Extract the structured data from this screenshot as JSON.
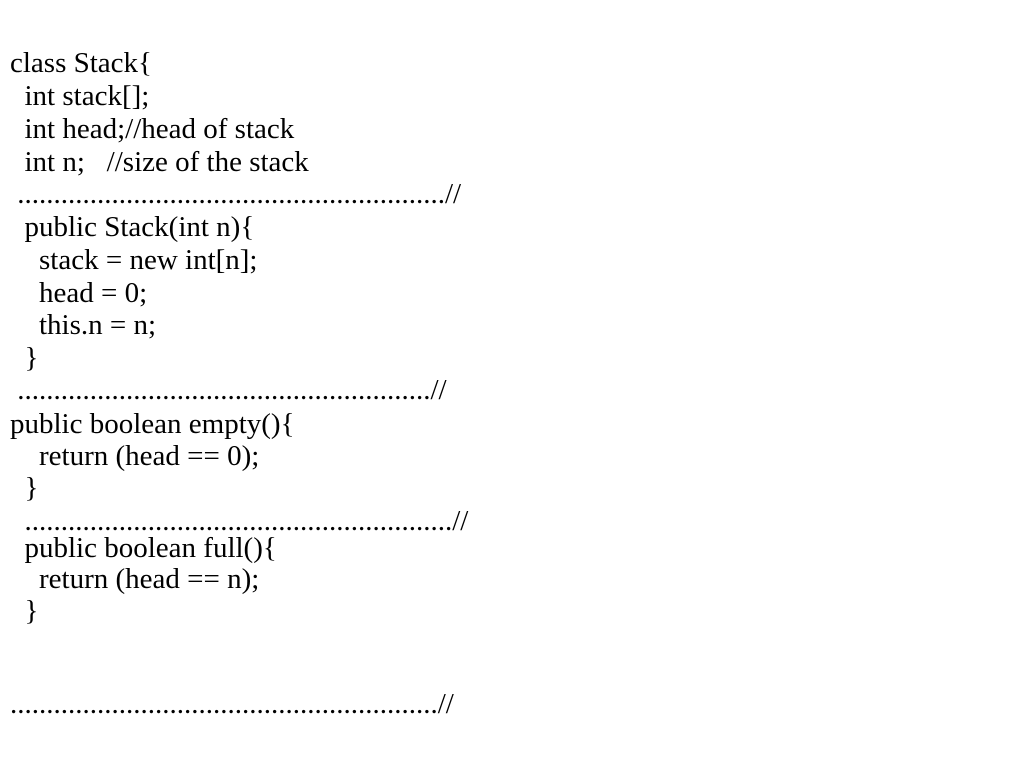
{
  "document": {
    "lines": [
      "class Stack{",
      "  int stack[];",
      "  int head;//head of stack",
      "  int n;   //size of the stack",
      " ...........................................................//",
      "  public Stack(int n){",
      "    stack = new int[n];",
      "    head = 0;",
      "    this.n = n;",
      "  }",
      " .........................................................//",
      "public boolean empty(){",
      "    return (head == 0);",
      "  }",
      "  ...........................................................//",
      "  public boolean full(){",
      "    return (head == n);",
      "  }",
      "...........................................................//"
    ]
  }
}
